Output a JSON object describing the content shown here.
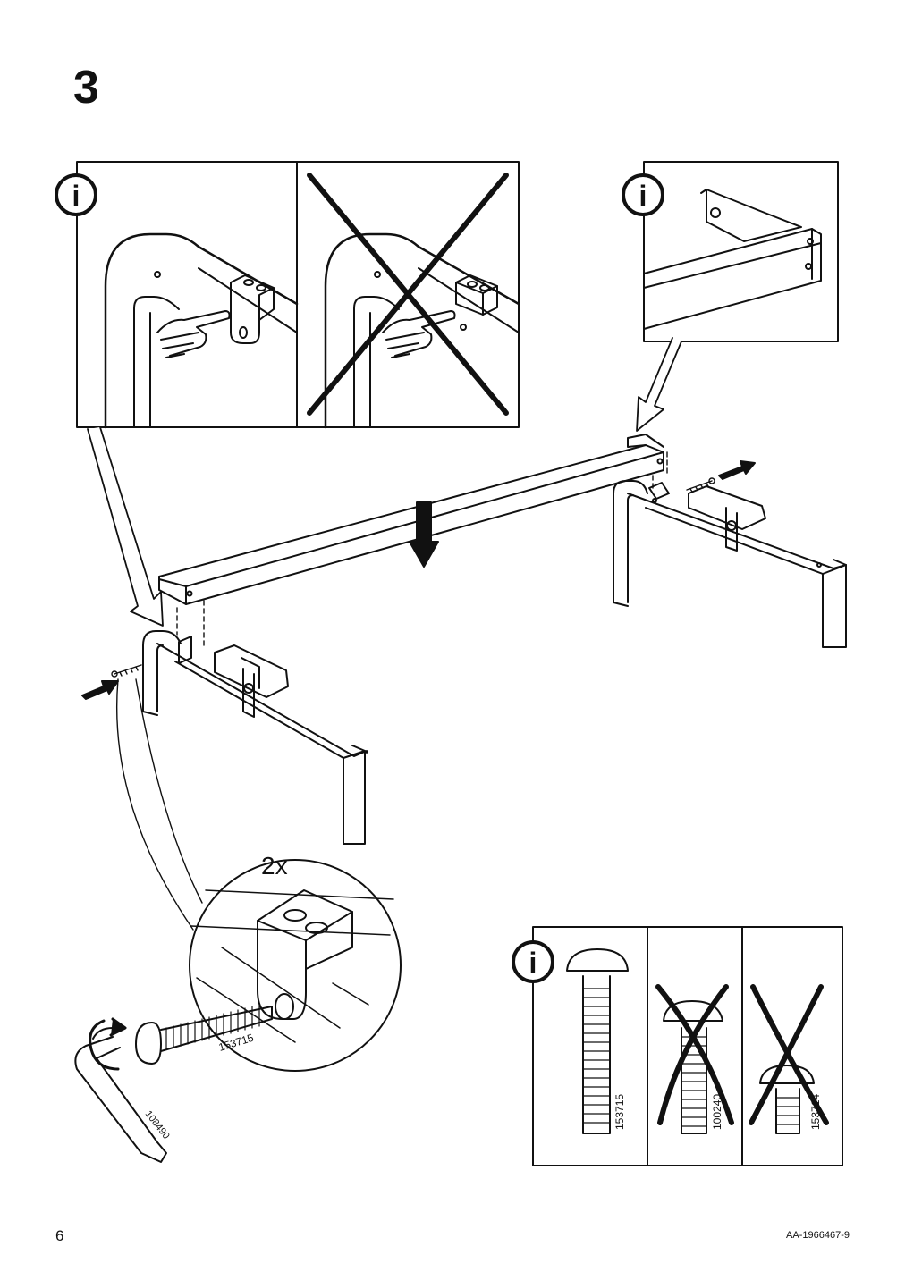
{
  "step": {
    "number": "3"
  },
  "page": {
    "number": "6",
    "code": "AA-1966467-9"
  },
  "info_icon": "i",
  "labels": {
    "quantity": "2x",
    "bolt_main": "153715",
    "allen_key": "108490",
    "bolt_wrong_1": "100240",
    "bolt_wrong_2": "153714"
  },
  "icons": [
    "info-icon",
    "cross-mark-icon",
    "arrow-icon",
    "rotate-icon"
  ]
}
